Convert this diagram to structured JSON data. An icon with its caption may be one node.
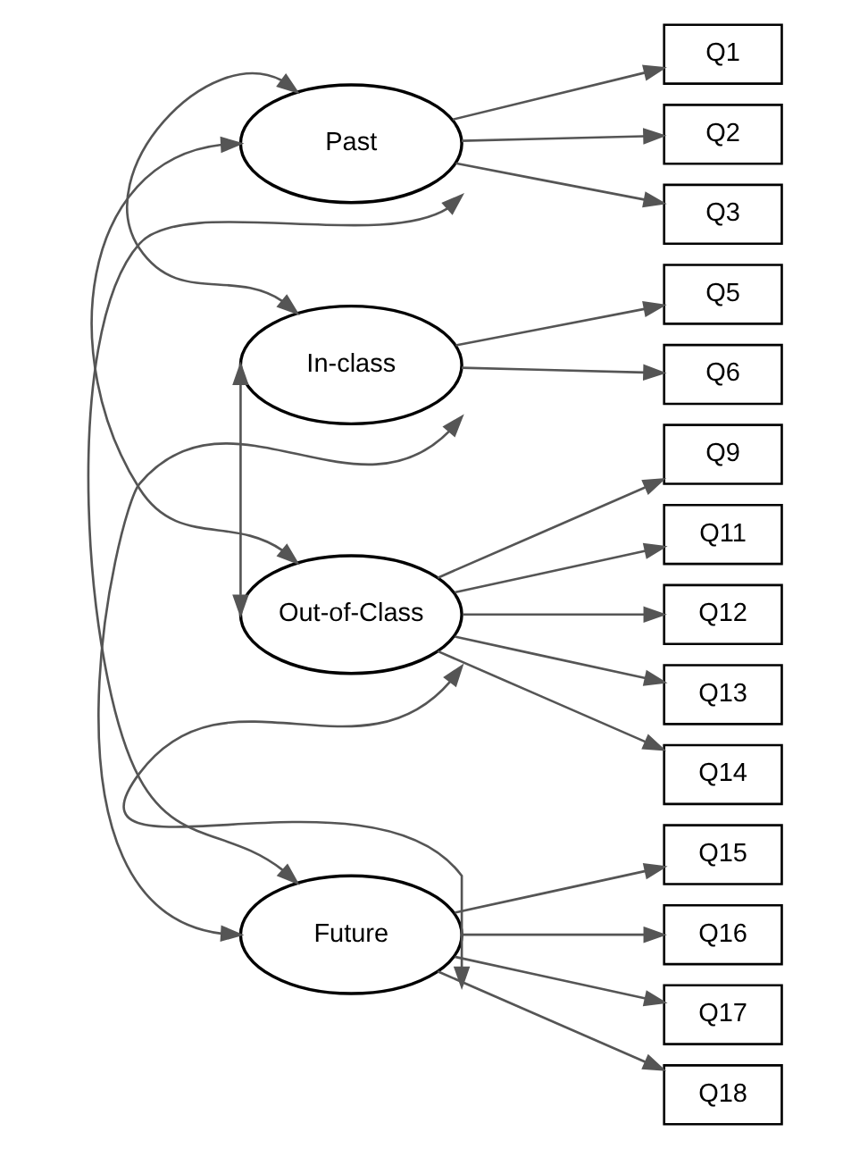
{
  "diagram": {
    "nodes": [
      {
        "text": [
          "Past"
        ]
      },
      {
        "text": [
          "In-class"
        ]
      },
      {
        "text": [
          "Out-of-Class"
        ]
      },
      {
        "text": [
          "Future"
        ]
      },
      {
        "text": [
          "Q1"
        ]
      },
      {
        "text": [
          "Q2"
        ]
      },
      {
        "text": [
          "Q3"
        ]
      },
      {
        "text": [
          "Q5"
        ]
      },
      {
        "text": [
          "Q6"
        ]
      },
      {
        "text": [
          "Q9"
        ]
      },
      {
        "text": [
          "Q11"
        ]
      },
      {
        "text": [
          "Q12"
        ]
      },
      {
        "text": [
          "Q13"
        ]
      },
      {
        "text": [
          "Q14"
        ]
      },
      {
        "text": [
          "Q15"
        ]
      },
      {
        "text": [
          "Q16"
        ]
      },
      {
        "text": [
          "Q17"
        ]
      },
      {
        "text": [
          "Q18"
        ]
      }
    ],
    "edges": [
      {
        "from": 0,
        "to": 4,
        "arrow": "to"
      },
      {
        "from": 0,
        "to": 5,
        "arrow": "to"
      },
      {
        "from": 0,
        "to": 6,
        "arrow": "to"
      },
      {
        "from": 1,
        "to": 7,
        "arrow": "to"
      },
      {
        "from": 1,
        "to": 8,
        "arrow": "to"
      },
      {
        "from": 2,
        "to": 9,
        "arrow": "to"
      },
      {
        "from": 2,
        "to": 10,
        "arrow": "to"
      },
      {
        "from": 2,
        "to": 11,
        "arrow": "to"
      },
      {
        "from": 2,
        "to": 12,
        "arrow": "to"
      },
      {
        "from": 2,
        "to": 13,
        "arrow": "to"
      },
      {
        "from": 3,
        "to": 14,
        "arrow": "to"
      },
      {
        "from": 3,
        "to": 15,
        "arrow": "to"
      },
      {
        "from": 3,
        "to": 16,
        "arrow": "to"
      },
      {
        "from": 3,
        "to": 17,
        "arrow": "to"
      },
      {
        "from": 0,
        "to": 1,
        "arrow": "both"
      },
      {
        "from": 0,
        "to": 2,
        "arrow": "both"
      },
      {
        "from": 0,
        "to": 3,
        "arrow": "both"
      },
      {
        "from": 1,
        "to": 2,
        "arrow": "both"
      },
      {
        "from": 1,
        "to": 3,
        "arrow": "both"
      },
      {
        "from": 2,
        "to": 3,
        "arrow": "both"
      }
    ]
  }
}
